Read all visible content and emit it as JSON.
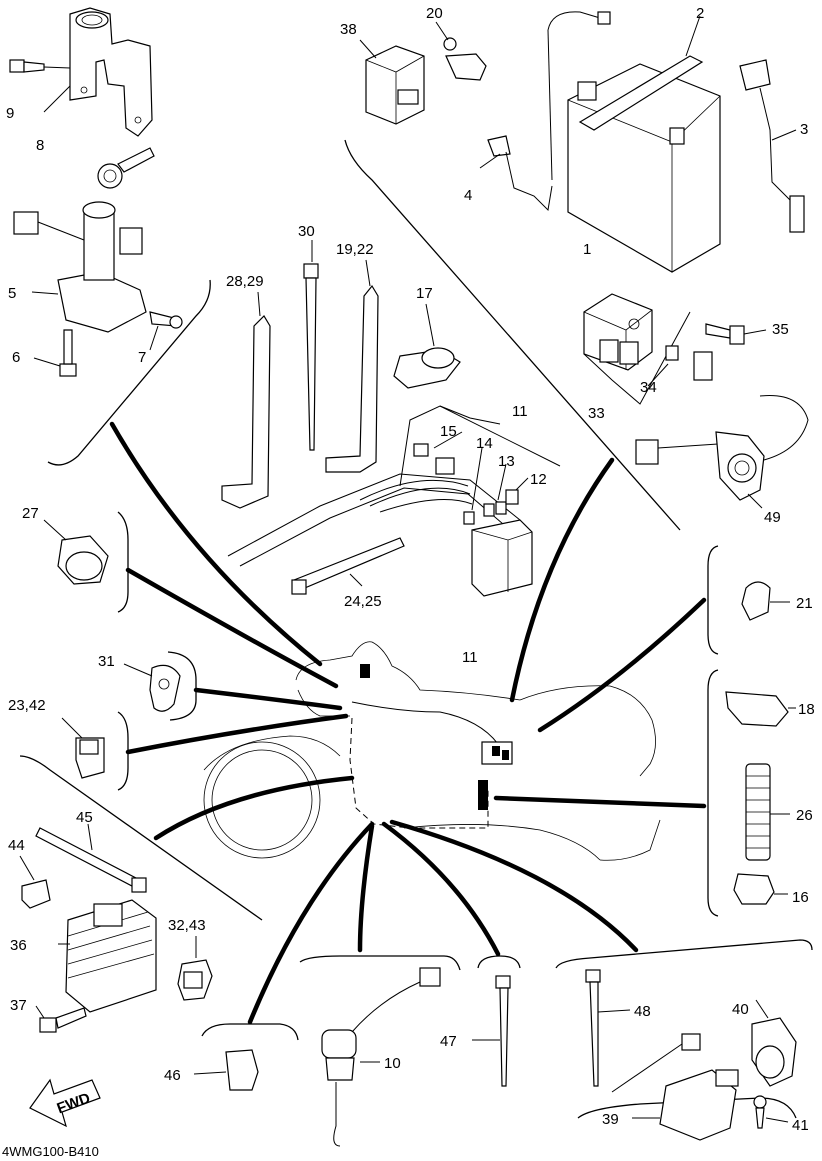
{
  "diagram_code": "4WMG100-B410",
  "fwd_label": "FWD",
  "labels": {
    "l1": "1",
    "l2": "2",
    "l3": "3",
    "l4": "4",
    "l5": "5",
    "l6": "6",
    "l7": "7",
    "l8": "8",
    "l9": "9",
    "l10": "10",
    "l11a": "11",
    "l11b": "11",
    "l12": "12",
    "l13": "13",
    "l14": "14",
    "l15": "15",
    "l16": "16",
    "l17": "17",
    "l18": "18",
    "l19_22": "19,22",
    "l20": "20",
    "l21": "21",
    "l23_42": "23,42",
    "l24_25": "24,25",
    "l26": "26",
    "l27": "27",
    "l28_29": "28,29",
    "l30": "30",
    "l31": "31",
    "l32_43": "32,43",
    "l33": "33",
    "l34": "34",
    "l35": "35",
    "l36": "36",
    "l37": "37",
    "l38": "38",
    "l39": "39",
    "l40": "40",
    "l41": "41",
    "l44": "44",
    "l45": "45",
    "l46": "46",
    "l47": "47",
    "l48": "48",
    "l49": "49"
  }
}
